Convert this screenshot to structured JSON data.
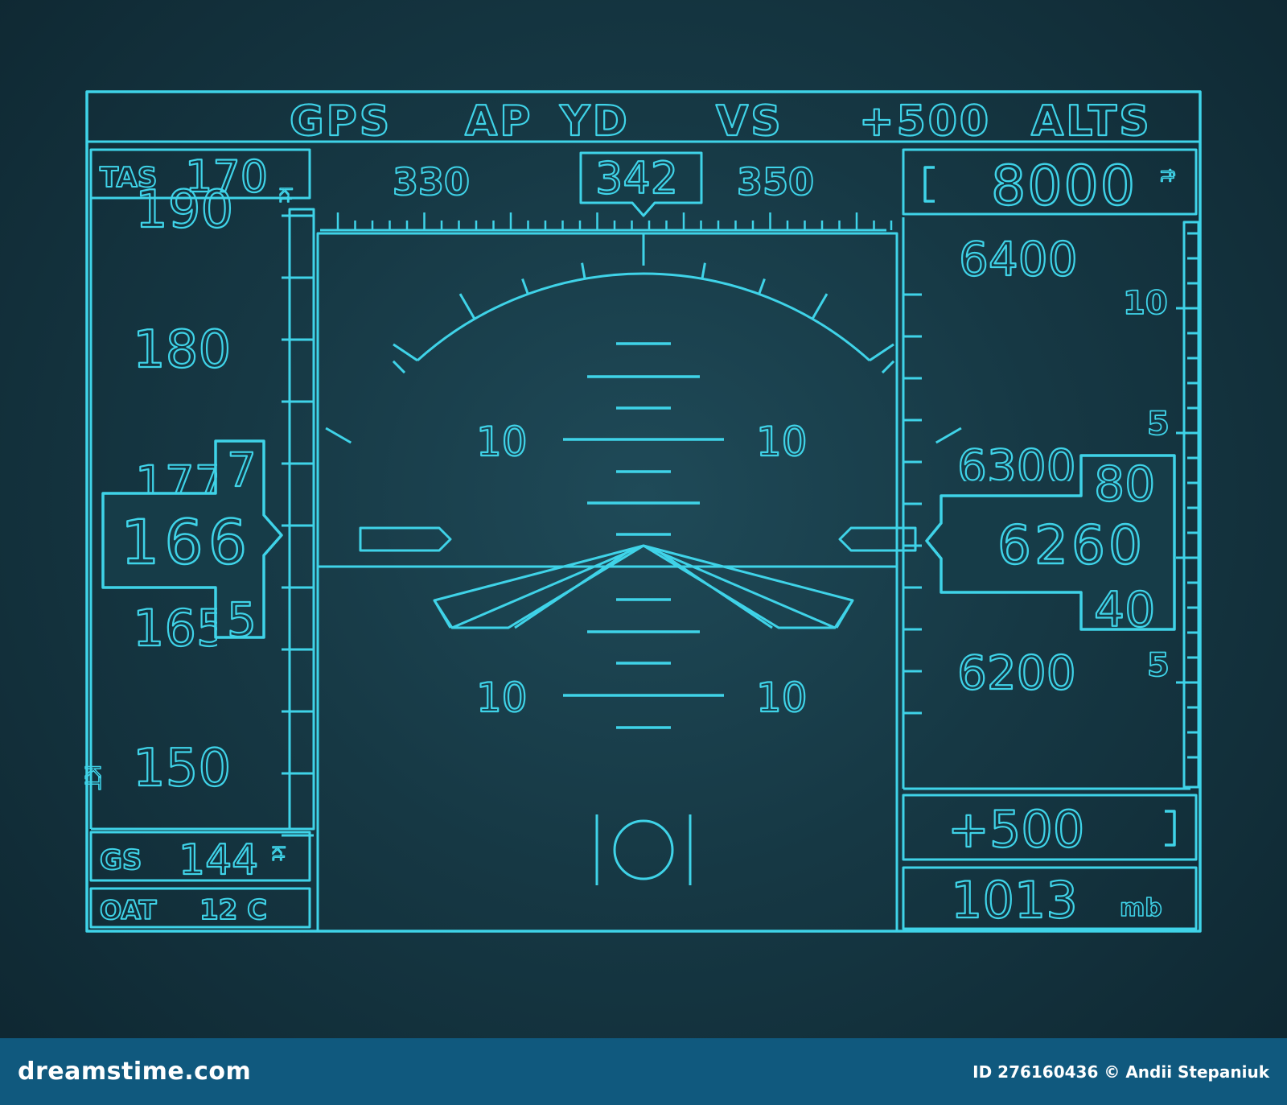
{
  "colors": {
    "line": "#3fd3e8",
    "fill": "#163c48",
    "footer": "#10597e"
  },
  "annunciator": {
    "nav_mode": "GPS",
    "autopilot": "AP",
    "yaw_damper": "YD",
    "vertical_mode": "VS",
    "vs_target": "+500",
    "alt_mode": "ALTS"
  },
  "airspeed": {
    "tas_label": "TAS",
    "tas_value": "170",
    "tas_unit": "kt",
    "tape_labels": [
      "190",
      "180",
      "150"
    ],
    "current": "166",
    "roller_above": "177",
    "roller_below": "165",
    "roller_digit_above": "7",
    "roller_digit_below": "5",
    "unit_label": "KT",
    "gs_label": "GS",
    "gs_value": "144",
    "gs_unit": "kt",
    "oat_label": "OAT",
    "oat_value": "12 C"
  },
  "heading": {
    "current": "342",
    "left_label": "330",
    "right_label": "350"
  },
  "attitude": {
    "pitch_labels": [
      "10",
      "10",
      "10",
      "10"
    ]
  },
  "altitude": {
    "selected": "8000",
    "selected_unit": "ft",
    "tape_labels": [
      "6400",
      "6300",
      "6200"
    ],
    "current": "6260",
    "roller_above": "80",
    "roller_below": "40",
    "vsi_labels": [
      "10",
      "5",
      "5"
    ],
    "vs_target": "+500",
    "baro": "1013",
    "baro_unit": "mb"
  },
  "footer": {
    "brand": "dreamstime.com",
    "credit": "ID 276160436 © Andii Stepaniuk"
  }
}
